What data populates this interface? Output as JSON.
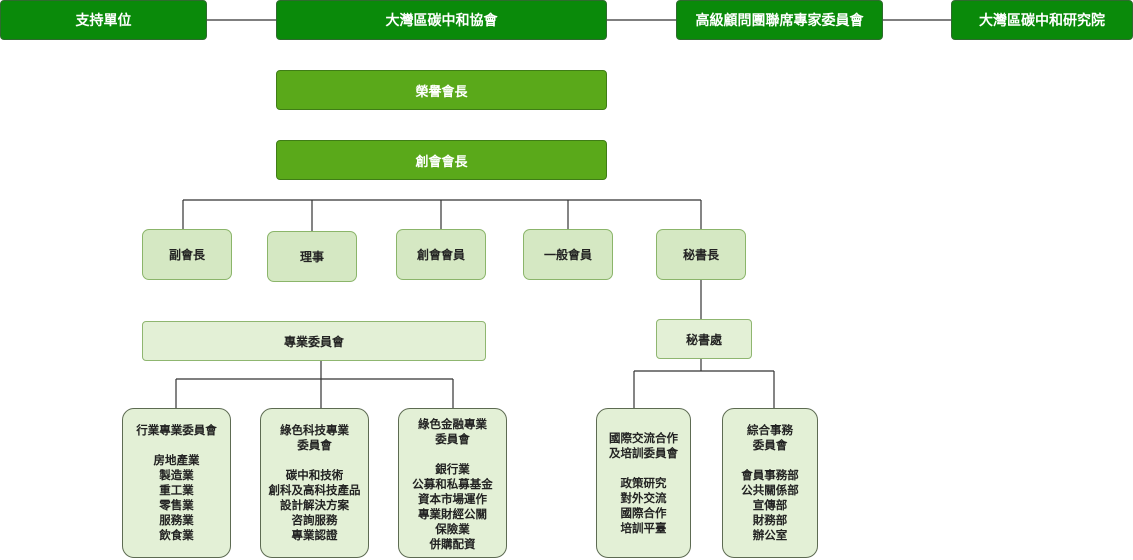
{
  "top_bar": {
    "support": "支持單位",
    "main": "大灣區碳中和協會",
    "advisory": "高級顧問團聯席專家委員會",
    "institute": "大灣區碳中和研究院"
  },
  "honorary_president": "榮譽會長",
  "founding_president": "創會會長",
  "members": {
    "vice_president": "副會長",
    "director": "理事",
    "founding_member": "創會會員",
    "general_member": "一般會員",
    "secretary_general": "秘書長"
  },
  "committees": {
    "title": "專業委員會",
    "industry": {
      "title": "行業專業委員會",
      "items": [
        "房地產業",
        "製造業",
        "重工業",
        "零售業",
        "服務業",
        "飲食業"
      ]
    },
    "green_tech": {
      "title_line1": "綠色科技專業",
      "title_line2": "委員會",
      "items": [
        "碳中和技術",
        "創科及高科技產品",
        "設計解決方案",
        "咨詢服務",
        "專業認證"
      ]
    },
    "green_finance": {
      "title_line1": "綠色金融專業",
      "title_line2": "委員會",
      "items": [
        "銀行業",
        "公募和私募基金",
        "資本市場運作",
        "專業財經公關",
        "保險業",
        "併購配資"
      ]
    }
  },
  "secretariat": {
    "title": "秘書處",
    "international": {
      "title_line1": "國際交流合作",
      "title_line2": "及培訓委員會",
      "items": [
        "政策研究",
        "對外交流",
        "國際合作",
        "培訓平臺"
      ]
    },
    "general_affairs": {
      "title_line1": "綜合事務",
      "title_line2": "委員會",
      "items": [
        "會員事務部",
        "公共關係部",
        "宣傳部",
        "財務部",
        "辦公室"
      ]
    }
  }
}
